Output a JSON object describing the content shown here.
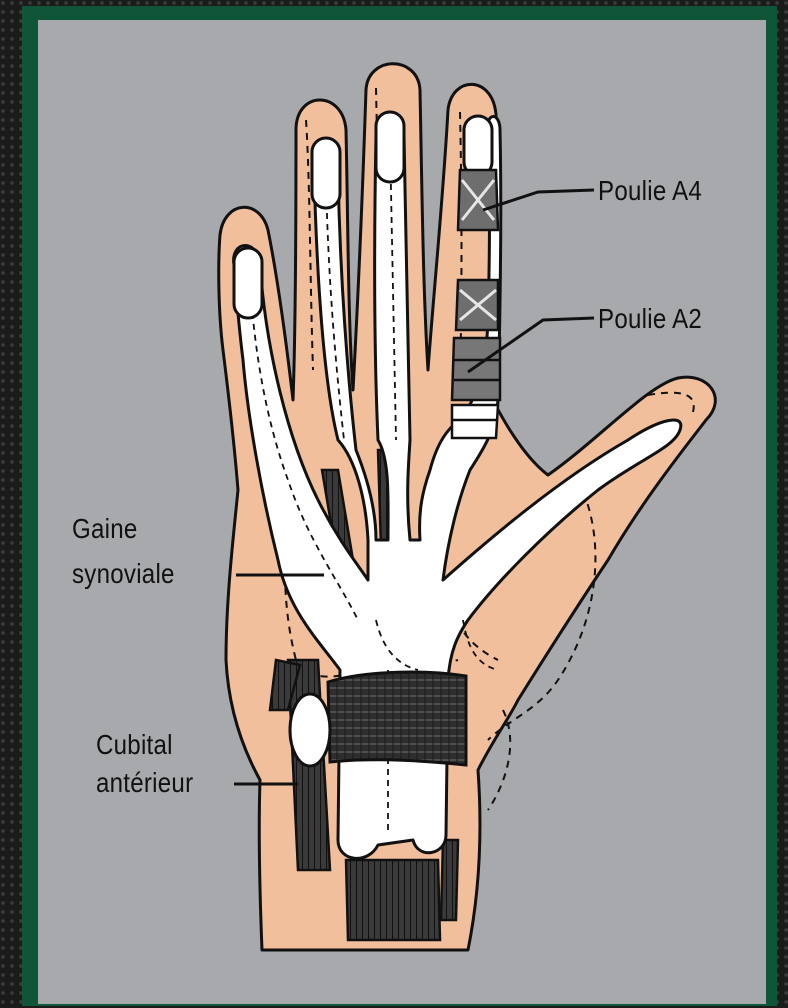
{
  "labels": {
    "poulie_a4": "Poulie  A4",
    "poulie_a2": "Poulie  A2",
    "gaine_line1": "Gaine",
    "gaine_line2": "synoviale",
    "cubital_line1": "Cubital",
    "cubital_line2": "antérieur"
  },
  "colors": {
    "frame": "#0f5538",
    "panel": "#a7a9ac",
    "skin": "#f2bf9c",
    "sheath": "#ffffff",
    "tendon": "#2b2b2b"
  },
  "icons": [
    "hand-diagram-icon"
  ]
}
